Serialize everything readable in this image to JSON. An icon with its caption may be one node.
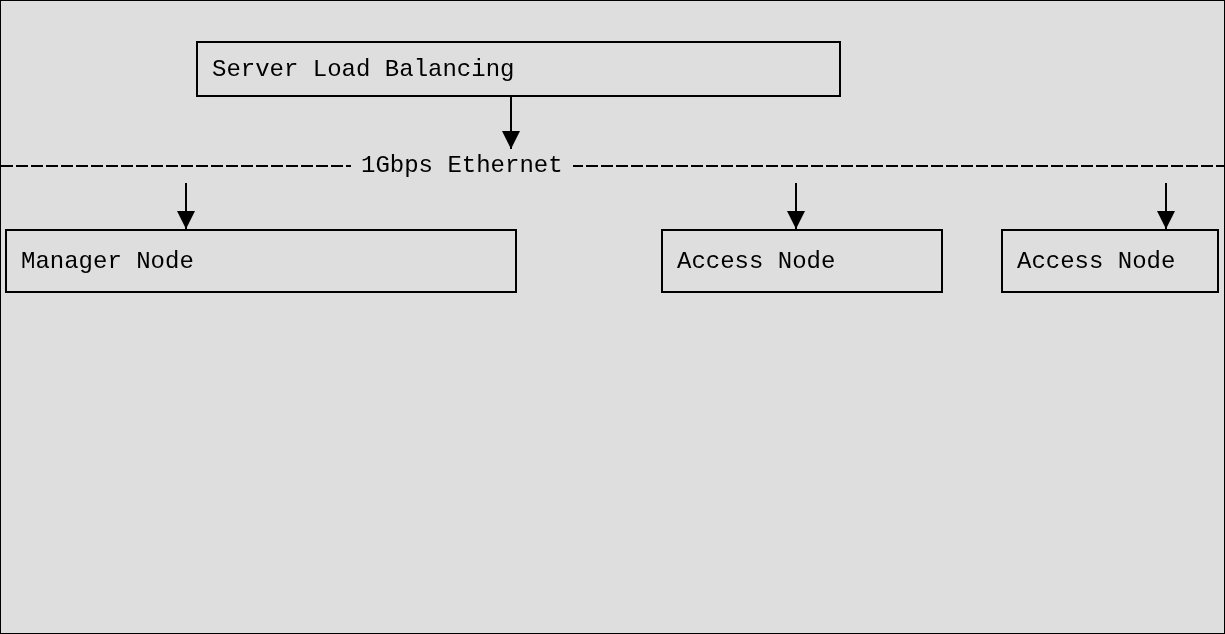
{
  "diagram": {
    "nodes": [
      {
        "text": [
          "Server Load Balancing"
        ]
      },
      {
        "text": [
          "1Gbps Ethernet"
        ]
      },
      {
        "text": [
          "Manager Node"
        ]
      },
      {
        "text": [
          "Access Node"
        ]
      },
      {
        "text": [
          "Access Node"
        ]
      }
    ],
    "edges": [
      {
        "from": 0,
        "to": 1,
        "arrow": "to"
      },
      {
        "from": 1,
        "to": 2,
        "arrow": "to"
      },
      {
        "from": 1,
        "to": 3,
        "arrow": "to"
      },
      {
        "from": 1,
        "to": 4,
        "arrow": "to"
      }
    ]
  }
}
